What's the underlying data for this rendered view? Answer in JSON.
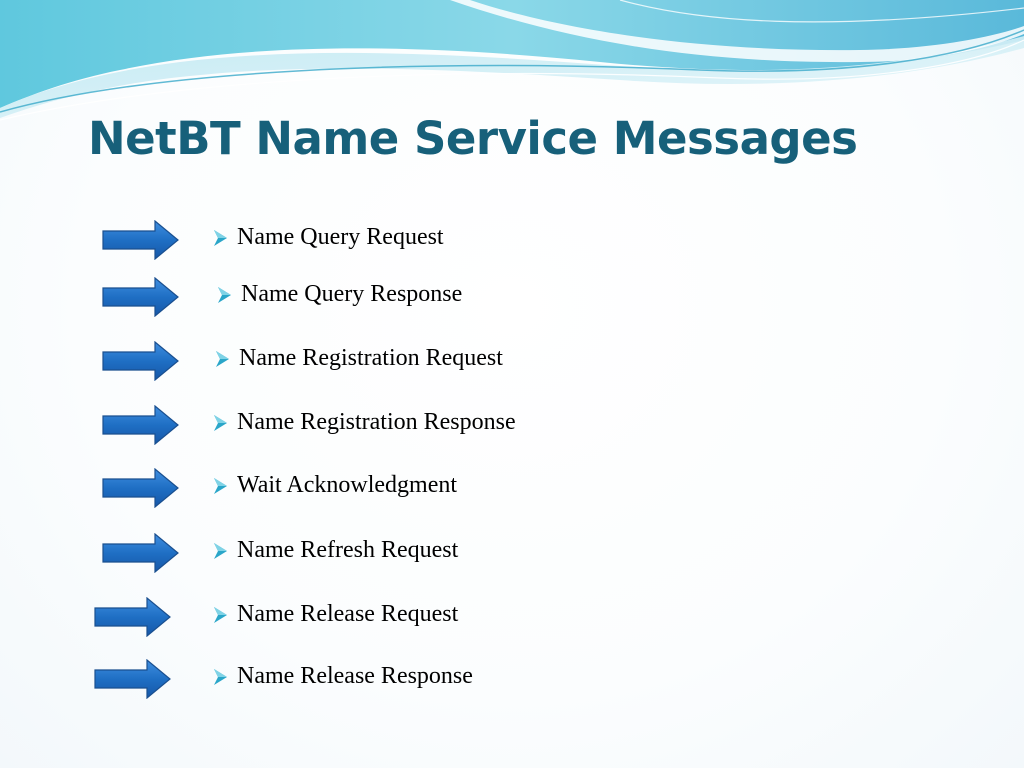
{
  "slide": {
    "title": "NetBT Name Service Messages",
    "title_color": "#17607a",
    "arrow_color": "#1f6fc4",
    "bullet_color": "#2aa6c9",
    "items": [
      {
        "label": "Name Query Request",
        "icon": "arrow-right-icon"
      },
      {
        "label": "Name Query Response",
        "icon": "arrow-right-icon"
      },
      {
        "label": "Name Registration Request",
        "icon": "arrow-right-icon"
      },
      {
        "label": "Name Registration Response",
        "icon": "arrow-right-icon"
      },
      {
        "label": "Wait Acknowledgment",
        "icon": "arrow-right-icon"
      },
      {
        "label": "Name Refresh Request",
        "icon": "arrow-right-icon"
      },
      {
        "label": "Name Release Request",
        "icon": "arrow-right-icon"
      },
      {
        "label": "Name Release Response",
        "icon": "arrow-right-icon"
      }
    ]
  }
}
